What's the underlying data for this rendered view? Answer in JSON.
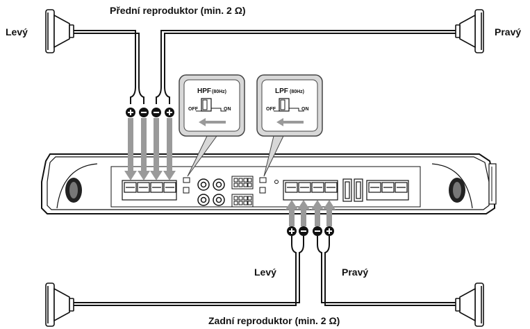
{
  "front": {
    "title": "Přední reproduktor (min. 2 Ω)",
    "left_label": "Levý",
    "right_label": "Pravý"
  },
  "rear": {
    "title": "Zadní reproduktor (min. 2 Ω)",
    "left_label": "Levý",
    "right_label": "Pravý"
  },
  "hpf": {
    "name": "HPF",
    "freq": "(80Hz)",
    "off": "OFF",
    "on": "ON"
  },
  "lpf": {
    "name": "LPF",
    "freq": "(80Hz)",
    "off": "OFF",
    "on": "ON"
  },
  "colors": {
    "line": "#111111",
    "arrow": "#9a9a9a",
    "callout": "#d8d8d8",
    "body": "#ffffff"
  }
}
